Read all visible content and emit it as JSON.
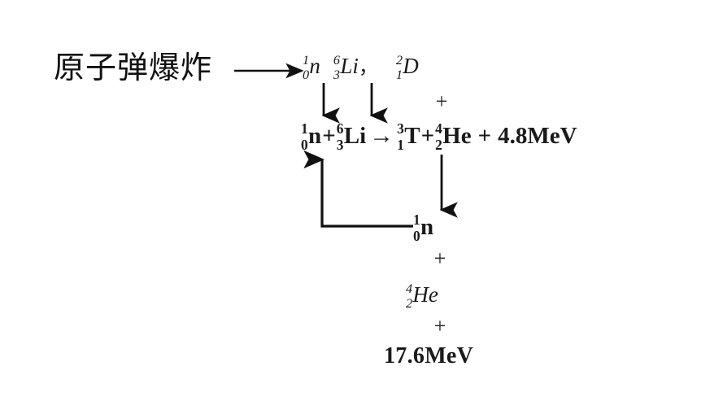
{
  "diagram": {
    "title_label": "原子弹爆炸",
    "source_arrow": "horizontal-arrow-right",
    "reactants_row": {
      "neutron": {
        "sup": "1",
        "sub": "0",
        "symbol": "n"
      },
      "lithium": {
        "sup": "6",
        "sub": "3",
        "symbol": "Li"
      },
      "separator": "，",
      "deuterium": {
        "sup": "2",
        "sub": "1",
        "symbol": "D"
      }
    },
    "plus_under_deuterium": "+",
    "equation": {
      "neutron": {
        "sup": "1",
        "sub": "0",
        "symbol": "n"
      },
      "op_plus_1": "+",
      "lithium": {
        "sup": "6",
        "sub": "3",
        "symbol": "Li"
      },
      "yields": "→",
      "tritium": {
        "sup": "3",
        "sub": "1",
        "symbol": "T"
      },
      "op_plus_2": "+",
      "helium": {
        "sup": "4",
        "sub": "2",
        "symbol": "He"
      },
      "op_plus_3": "+",
      "energy": "4.8MeV"
    },
    "product_neutron": {
      "sup": "1",
      "sub": "0",
      "symbol": "n"
    },
    "plus_after_neutron": "+",
    "product_helium": {
      "sup": "4",
      "sub": "2",
      "symbol": "He"
    },
    "plus_after_helium": "+",
    "total_energy": "17.6MeV",
    "colors": {
      "background": "#ffffff",
      "ink": "#1a1a1a",
      "arrow": "#111111"
    }
  }
}
